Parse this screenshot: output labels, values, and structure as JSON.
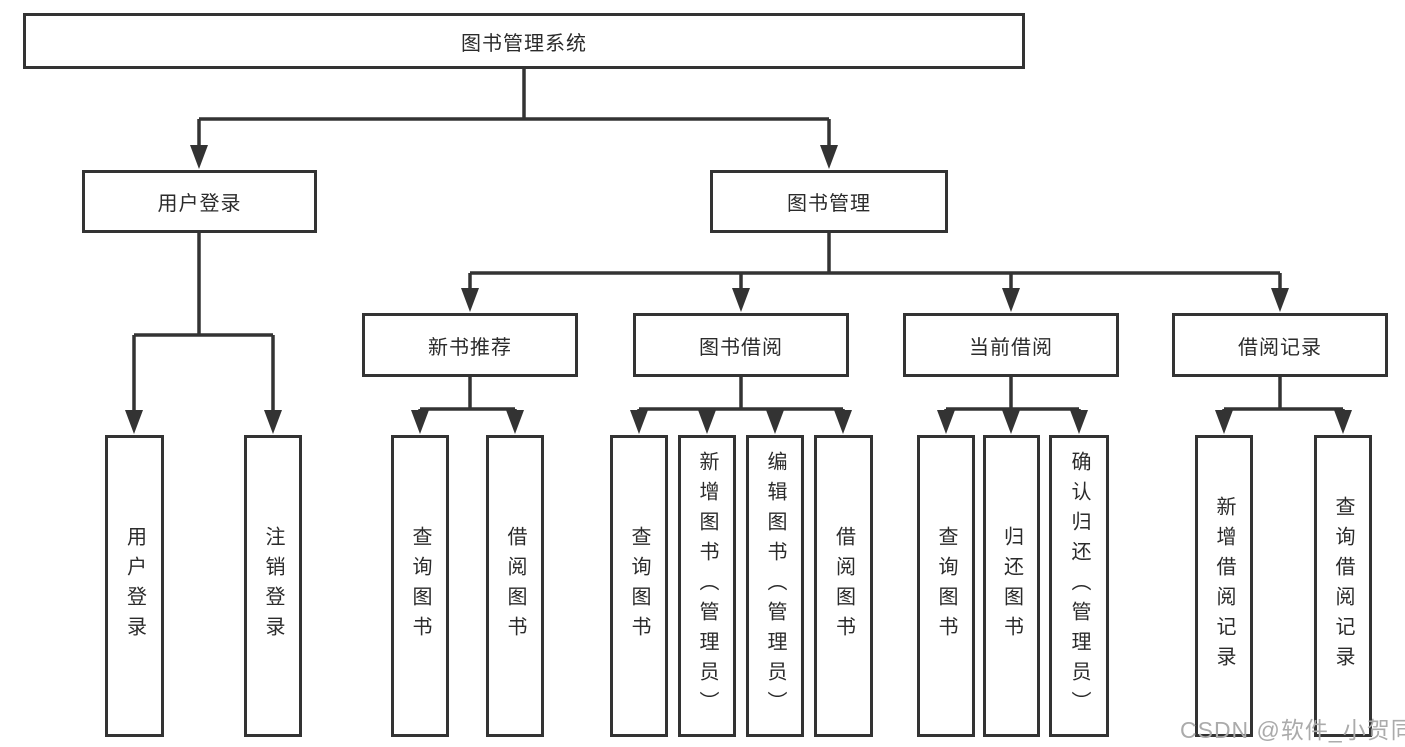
{
  "colors": {
    "line": "#333333",
    "text": "#2b2b2b",
    "watermark": "#ababab",
    "background": "#ffffff"
  },
  "watermark": "CSDN @软件_小贺同学",
  "tree": {
    "root": "图书管理系统",
    "children": [
      {
        "label": "用户登录",
        "children": [
          {
            "label": "用户登录"
          },
          {
            "label": "注销登录"
          }
        ]
      },
      {
        "label": "图书管理",
        "children": [
          {
            "label": "新书推荐",
            "children": [
              {
                "label": "查询图书"
              },
              {
                "label": "借阅图书"
              }
            ]
          },
          {
            "label": "图书借阅",
            "children": [
              {
                "label": "查询图书"
              },
              {
                "label": "新增图书（管理员）"
              },
              {
                "label": "编辑图书（管理员）"
              },
              {
                "label": "借阅图书"
              }
            ]
          },
          {
            "label": "当前借阅",
            "children": [
              {
                "label": "查询图书"
              },
              {
                "label": "归还图书"
              },
              {
                "label": "确认归还（管理员）"
              }
            ]
          },
          {
            "label": "借阅记录",
            "children": [
              {
                "label": "新增借阅记录"
              },
              {
                "label": "查询借阅记录"
              }
            ]
          }
        ]
      }
    ]
  }
}
